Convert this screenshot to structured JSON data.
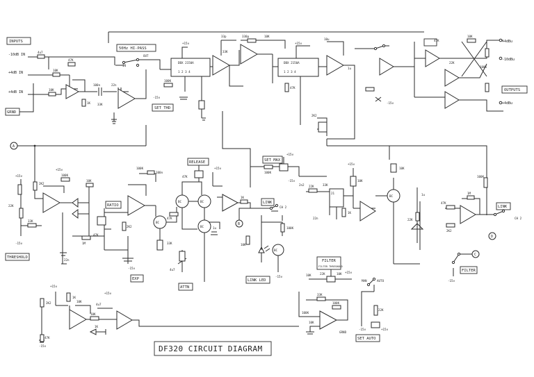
{
  "title": "DF320 CIRCUIT DIAGRAM",
  "boxes": {
    "inputs": "INPUTS",
    "gnd": "GRND",
    "hi_pass": "50Hz HI-PASS",
    "set_thd": "SET THD",
    "outputs": "OUTPUTS",
    "threshold": "THRESHOLD",
    "ratio": "RATIO",
    "exp": "EXP",
    "attn": "ATTN",
    "release": "RELEASE",
    "set_max": "SET MAX",
    "link_top": "LINK",
    "link_led": "LINK LED",
    "filter_threshold": "FILTER THRESHOLD",
    "set_auto": "SET AUTO",
    "link_right": "LINK",
    "filter": "FILTER"
  },
  "texts": {
    "in_m10": "-10dB IN",
    "in_p4": "+4dB IN",
    "in_p4b": "+4dB IN",
    "out_p4": "+4dBu",
    "out_m10": "-10dBu",
    "out_p4b": "+4dBu",
    "out": "OUT",
    "in": "IN",
    "ic_2150a": "DBX 2150A",
    "ic_2150b": "DBX 2150A",
    "v15": "+15v",
    "vm15": "-15v",
    "r_100k": "100K",
    "r_10k": "10K",
    "r_22k": "22K",
    "r_1m": "1M",
    "r_47k": "47K",
    "r_2k2": "2K2",
    "r_1k": "1K",
    "r_33k": "33K",
    "r_330p": "330p",
    "c_22n": "22n",
    "c_100n": "100n",
    "c_4u7": "4u7",
    "c_10u": "10u",
    "c_1u": "1u",
    "c_2n2": "2n2",
    "c_33p": "33p",
    "q_bc": "BC",
    "man": "MAN",
    "auto": "AUTO",
    "ch2": "CH 2",
    "ch2b": "CH 2",
    "node_a": "A",
    "node_b": "B",
    "node_c": "C",
    "node_d": "D",
    "gnd_out": "GRND"
  }
}
